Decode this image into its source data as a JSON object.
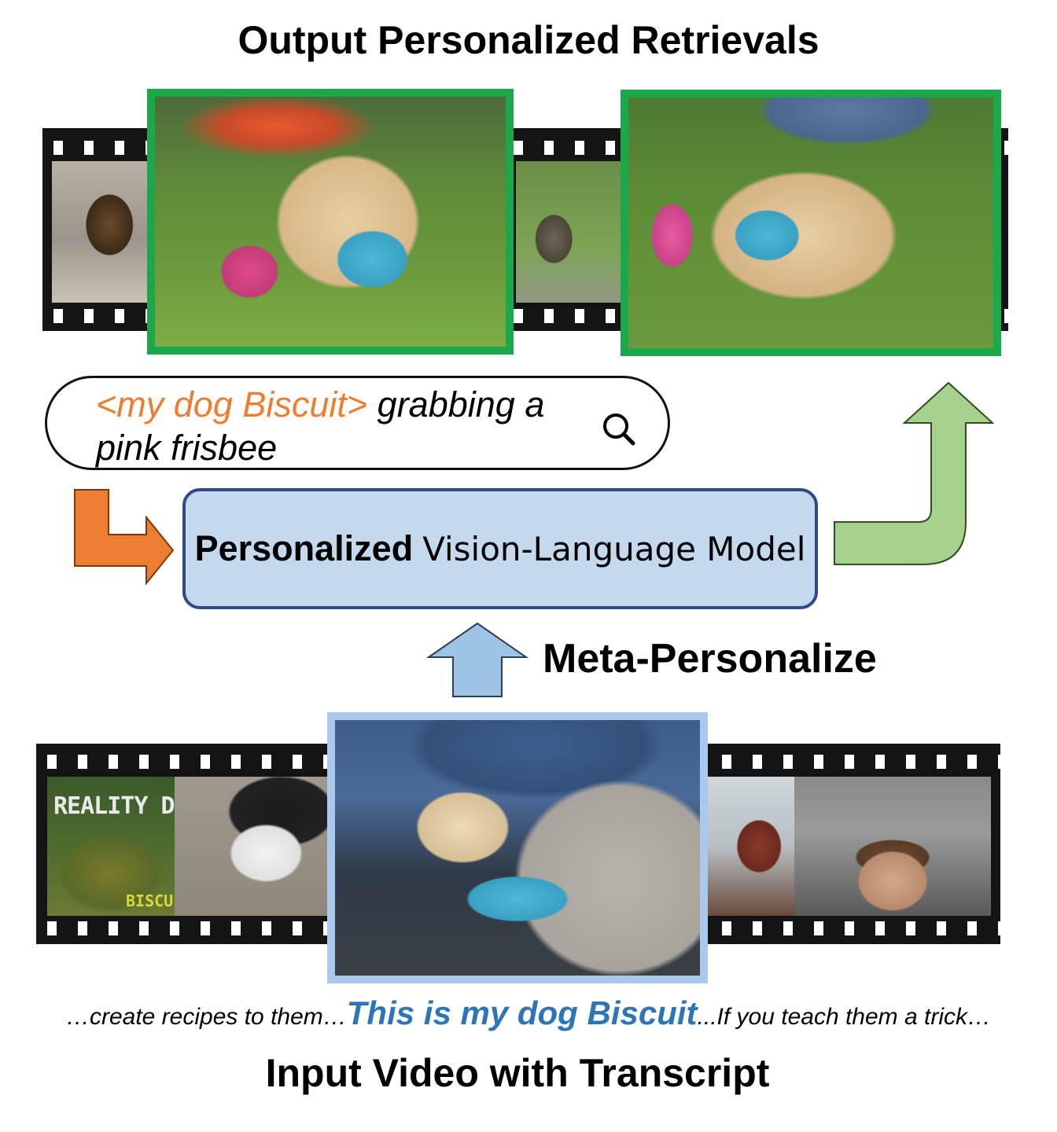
{
  "diagram": {
    "output_title": "Output Personalized Retrievals",
    "query": {
      "concept_token": "<my dog Biscuit>",
      "line1_rest": " grabbing a",
      "line2": "pink frisbee"
    },
    "model": {
      "bold": "Personalized",
      "rest": "Vision-Language Model"
    },
    "meta_label": "Meta-Personalize",
    "transcript": {
      "before": "…create recipes to them…",
      "highlight": "This is my dog Biscuit",
      "after": "...If you teach them a trick…"
    },
    "input_title": "Input Video with Transcript",
    "frame_texts": {
      "reality": "REALITY DI",
      "biscuit": "BISCUIT"
    }
  },
  "colors": {
    "retrieval_border": "#1aa84a",
    "input_border": "#a9c8ec",
    "concept_token": "#ed7d31",
    "transcript_highlight": "#2e75b6",
    "model_fill": "#c5d9ee",
    "model_border": "#2f4a86",
    "orange_arrow": "#ed7d31",
    "green_arrow": "#a9d18e",
    "blue_arrow": "#9dc3e6"
  },
  "icons": [
    "search-icon"
  ]
}
